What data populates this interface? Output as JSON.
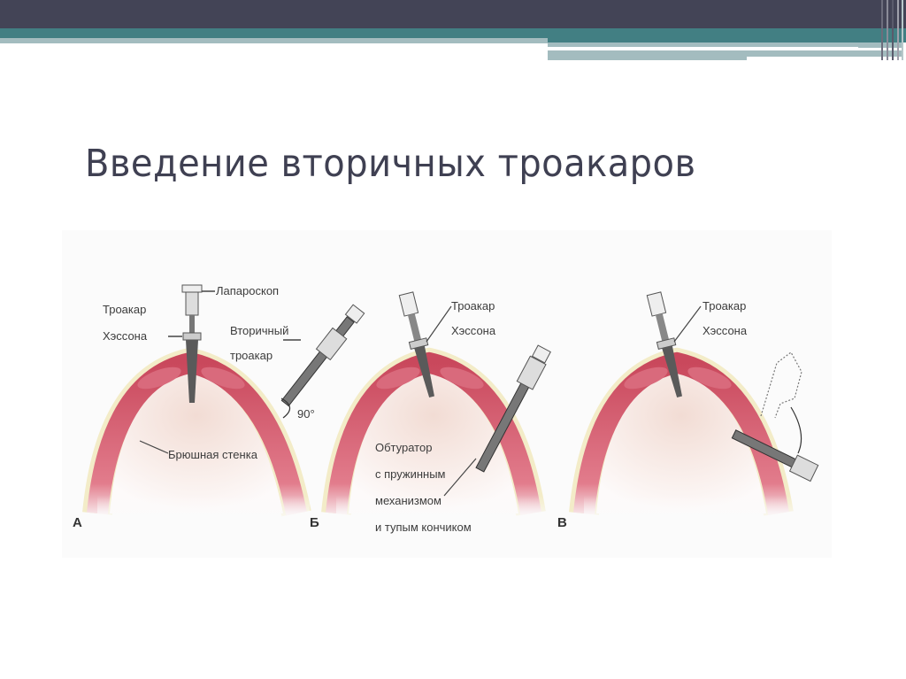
{
  "slide": {
    "title": "Введение вторичных троакаров",
    "colors": {
      "header_dark": "#434456",
      "header_teal": "#427f83",
      "header_light": "#a3bcbf",
      "title_text": "#3f4052",
      "muscle": "#d4566a",
      "peritoneum": "#f1ddd6"
    }
  },
  "figure": {
    "panels": [
      {
        "letter": "А",
        "labels": {
          "laparoscope": "Лапароскоп",
          "hasson_line1": "Троакар",
          "hasson_line2": "Хэссона",
          "secondary_line1": "Вторичный",
          "secondary_line2": "троакар",
          "angle": "90°",
          "abdominal_wall": "Брюшная стенка"
        }
      },
      {
        "letter": "Б",
        "labels": {
          "hasson_line1": "Троакар",
          "hasson_line2": "Хэссона",
          "obturator_line1": "Обтуратор",
          "obturator_line2": "с пружинным",
          "obturator_line3": "механизмом",
          "obturator_line4": "и тупым кончиком"
        }
      },
      {
        "letter": "В",
        "labels": {
          "hasson_line1": "Троакар",
          "hasson_line2": "Хэссона"
        }
      }
    ]
  }
}
